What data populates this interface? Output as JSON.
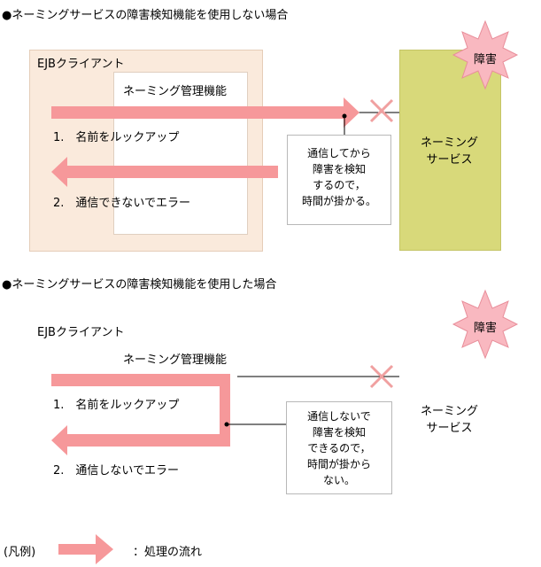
{
  "diagram1": {
    "title": "●ネーミングサービスの障害検知機能を使用しない場合",
    "client_label": "EJBクライアント",
    "manager_label": "ネーミング管理機能",
    "step1": "1.　名前をルックアップ",
    "step2": "2.　通信できないでエラー",
    "note_lines": [
      "通信してから",
      "障害を検知",
      "するので，",
      "時間が掛かる。"
    ],
    "service_lines": [
      "ネーミング",
      "サービス"
    ],
    "failure_label": "障害"
  },
  "diagram2": {
    "title": "●ネーミングサービスの障害検知機能を使用した場合",
    "client_label": "EJBクライアント",
    "manager_label": "ネーミング管理機能",
    "step1": "1.　名前をルックアップ",
    "step2": "2.　通信しないでエラー",
    "note_lines": [
      "通信しないで",
      "障害を検知",
      "できるので，",
      "時間が掛から",
      "ない。"
    ],
    "service_lines": [
      "ネーミング",
      "サービス"
    ],
    "failure_label": "障害"
  },
  "legend": {
    "label": "(凡例)",
    "description": "：処理の流れ"
  },
  "colors": {
    "arrow": "#f6989a",
    "cross": "#f0a0a0",
    "burst": "#f9b8c0",
    "client_bg": "#faeadc",
    "service_bg": "#d8d97a"
  }
}
